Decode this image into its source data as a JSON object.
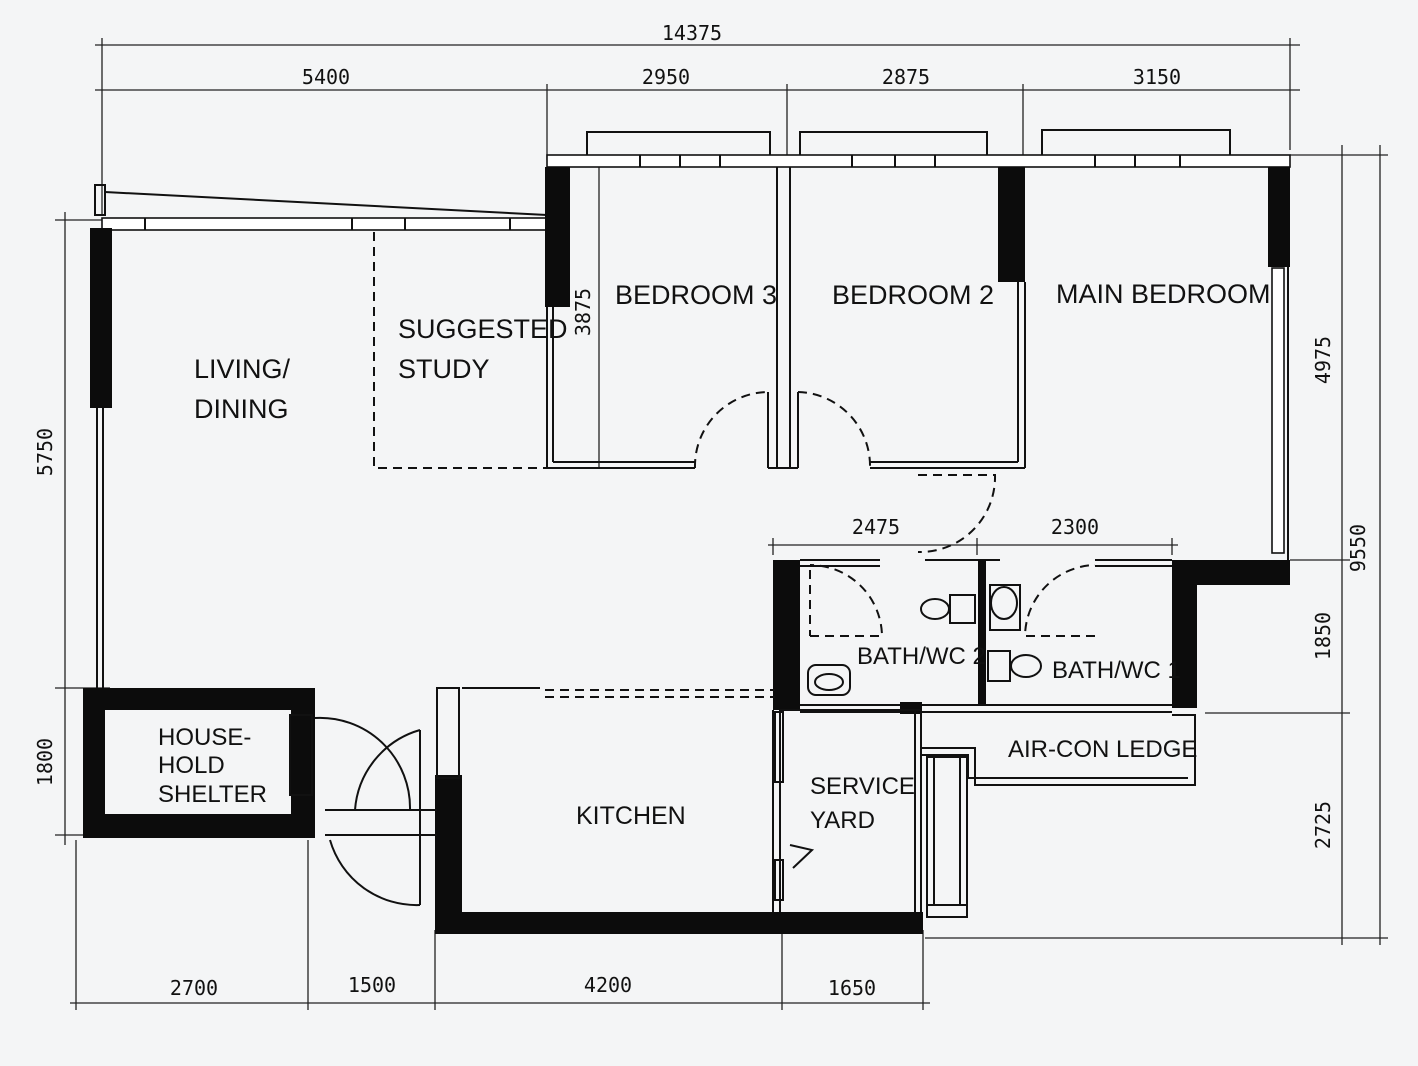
{
  "dimensions": {
    "overall_width": "14375",
    "top": [
      "5400",
      "2950",
      "2875",
      "3150"
    ],
    "bottom": [
      "2700",
      "1500",
      "4200",
      "1650"
    ],
    "left": [
      "5750",
      "1800"
    ],
    "right": [
      "4975",
      "1850",
      "2725"
    ],
    "right_total": "9550",
    "bedroom3_depth": "3875",
    "bath2_width": "2475",
    "bath1_width": "2300"
  },
  "rooms": {
    "living_dining": [
      "LIVING/",
      "DINING"
    ],
    "suggested_study": [
      "SUGGESTED",
      "STUDY"
    ],
    "bedroom3": "BEDROOM 3",
    "bedroom2": "BEDROOM 2",
    "main_bedroom": "MAIN BEDROOM",
    "bath2": "BATH/WC 2",
    "bath1": "BATH/WC 1",
    "household_shelter": [
      "HOUSE-",
      "HOLD",
      "SHELTER"
    ],
    "kitchen": "KITCHEN",
    "service_yard": [
      "SERVICE",
      "YARD"
    ],
    "aircon_ledge": "AIR-CON LEDGE"
  }
}
